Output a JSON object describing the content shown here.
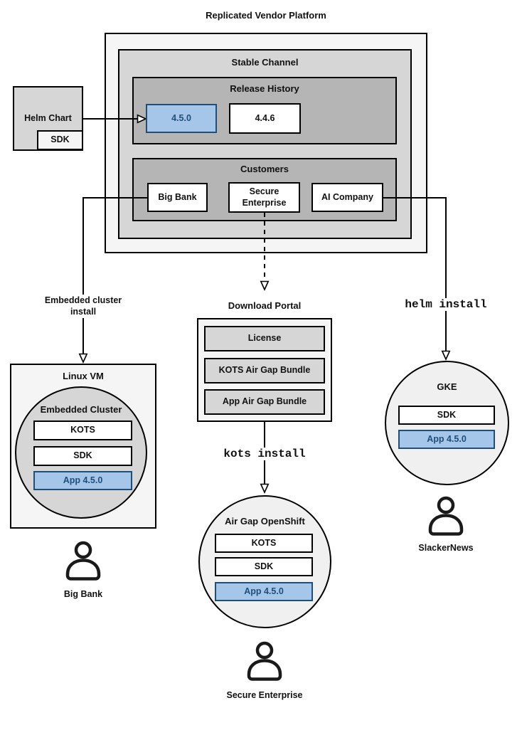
{
  "title": "Replicated Vendor Platform",
  "colors": {
    "highlight_fill": "#a5c6e8",
    "highlight_border": "#1f4e79",
    "highlight_text": "#1f4e79",
    "gray_outer": "#f5f5f5",
    "gray_mid": "#d6d6d6",
    "gray_inner": "#b5b5b5"
  },
  "platform": {
    "stable_channel_title": "Stable Channel",
    "release_history_title": "Release History",
    "releases": [
      {
        "version": "4.5.0",
        "highlighted": true
      },
      {
        "version": "4.4.6",
        "highlighted": false
      }
    ],
    "customers_title": "Customers",
    "customers": [
      {
        "name": "Big Bank"
      },
      {
        "name": "Secure Enterprise"
      },
      {
        "name": "AI Company"
      }
    ]
  },
  "helm_chart": {
    "label": "Helm Chart",
    "sdk": "SDK"
  },
  "left_flow": {
    "install_label": "Embedded cluster install",
    "vm_title": "Linux VM",
    "cluster_title": "Embedded Cluster",
    "components": [
      "KOTS",
      "SDK",
      "App 4.5.0"
    ],
    "user": "Big Bank"
  },
  "center_flow": {
    "portal_title": "Download Portal",
    "portal_items": [
      "License",
      "KOTS Air Gap Bundle",
      "App Air Gap Bundle"
    ],
    "install_label": "kots install",
    "cluster_title": "Air Gap OpenShift",
    "components": [
      "KOTS",
      "SDK",
      "App 4.5.0"
    ],
    "user": "Secure Enterprise"
  },
  "right_flow": {
    "install_label": "helm install",
    "cluster_title": "GKE",
    "components": [
      "SDK",
      "App 4.5.0"
    ],
    "user": "SlackerNews"
  }
}
